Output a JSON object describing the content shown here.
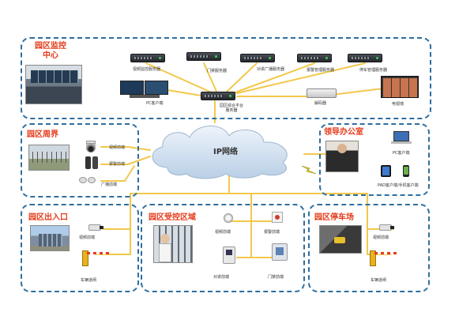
{
  "zones": {
    "monitor_center": {
      "title_line1": "园区监控",
      "title_line2": "中心"
    },
    "perimeter": {
      "title": "园区周界"
    },
    "leader_office": {
      "title": "领导办公室"
    },
    "entrance": {
      "title": "园区出入口"
    },
    "controlled_area": {
      "title": "园区受控区域"
    },
    "parking": {
      "title": "园区停车场"
    }
  },
  "network": {
    "title": "IP网络"
  },
  "devices": {
    "video_mgmt_server": "视频监控服务器",
    "access_server": "门禁服务器",
    "broadcast_server": "对讲广播服务器",
    "alarm_server": "报警管理服务器",
    "parking_server": "停车管理服务器",
    "integrated_platform": "园区综合平台服务器",
    "decoder": "解码器",
    "pc_client_center": "PC客户端",
    "tv_wall": "电视墙",
    "video_front_perimeter": "视频前端",
    "alarm_front_perimeter": "报警前端",
    "broadcast_front": "广播前端",
    "pc_client_office": "PC客户端",
    "pad_client": "PAD客户端/手机客户端",
    "video_front_entrance": "视频前端",
    "vehicle_gate_entrance": "车辆道闸",
    "video_front_controlled": "视频前端",
    "alarm_front_controlled": "报警前端",
    "intercom_front": "对讲前端",
    "access_front": "门禁前端",
    "video_front_parking": "视频前端",
    "vehicle_gate_parking": "车辆道闸"
  },
  "colors": {
    "wire": "#f2c84b",
    "zone_border": "#2d6ea0",
    "zone_title": "#e53b1a",
    "cloud": "#cfe0f0"
  }
}
